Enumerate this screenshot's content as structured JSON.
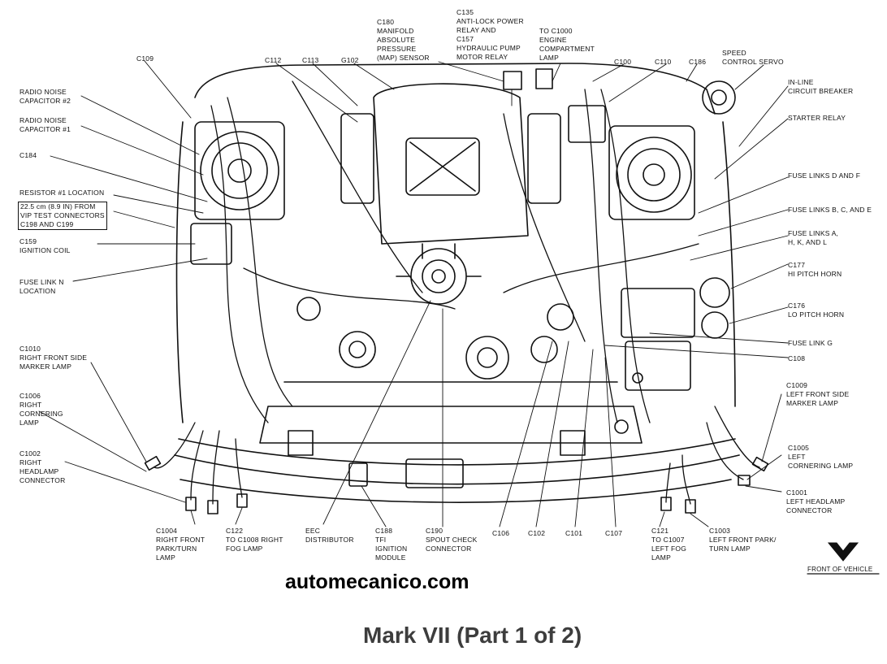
{
  "labels": [
    {
      "id": "c109",
      "lines": [
        "C109"
      ]
    },
    {
      "id": "radio-cap-2",
      "lines": [
        "RADIO NOISE",
        "CAPACITOR #2"
      ]
    },
    {
      "id": "radio-cap-1",
      "lines": [
        "RADIO NOISE",
        "CAPACITOR #1"
      ]
    },
    {
      "id": "c184",
      "lines": [
        "C184"
      ]
    },
    {
      "id": "resistor-1",
      "lines": [
        "RESISTOR #1 LOCATION"
      ]
    },
    {
      "id": "vip-test",
      "lines": [
        "22.5 cm (8.9 IN) FROM",
        "VIP TEST CONNECTORS",
        "C198 AND C199"
      ]
    },
    {
      "id": "c159",
      "lines": [
        "C159",
        "IGNITION COIL"
      ]
    },
    {
      "id": "fuse-link-n",
      "lines": [
        "FUSE LINK N",
        "LOCATION"
      ]
    },
    {
      "id": "c1010",
      "lines": [
        "C1010",
        "RIGHT FRONT SIDE",
        "MARKER LAMP"
      ]
    },
    {
      "id": "c1006",
      "lines": [
        "C1006",
        "RIGHT",
        "CORNERING",
        "LAMP"
      ]
    },
    {
      "id": "c1002",
      "lines": [
        "C1002",
        "RIGHT",
        "HEADLAMP",
        "CONNECTOR"
      ]
    },
    {
      "id": "c112",
      "lines": [
        "C112"
      ]
    },
    {
      "id": "c113",
      "lines": [
        "C113"
      ]
    },
    {
      "id": "g102",
      "lines": [
        "G102"
      ]
    },
    {
      "id": "c180",
      "lines": [
        "C180",
        "MANIFOLD",
        "ABSOLUTE",
        "PRESSURE",
        "(MAP) SENSOR"
      ]
    },
    {
      "id": "c135",
      "lines": [
        "C135",
        "ANTI-LOCK POWER",
        "RELAY AND",
        "C157",
        "HYDRAULIC PUMP",
        "MOTOR RELAY"
      ]
    },
    {
      "id": "to-c1000",
      "lines": [
        "TO C1000",
        "ENGINE",
        "COMPARTMENT",
        "LAMP"
      ]
    },
    {
      "id": "c100",
      "lines": [
        "C100"
      ]
    },
    {
      "id": "c110",
      "lines": [
        "C110"
      ]
    },
    {
      "id": "c186",
      "lines": [
        "C186"
      ]
    },
    {
      "id": "speed-servo",
      "lines": [
        "SPEED",
        "CONTROL SERVO"
      ]
    },
    {
      "id": "inline-breaker",
      "lines": [
        "IN-LINE",
        "CIRCUIT BREAKER"
      ]
    },
    {
      "id": "starter-relay",
      "lines": [
        "STARTER RELAY"
      ]
    },
    {
      "id": "fuse-df",
      "lines": [
        "FUSE LINKS D AND F"
      ]
    },
    {
      "id": "fuse-bce",
      "lines": [
        "FUSE LINKS B, C, AND E"
      ]
    },
    {
      "id": "fuse-ahkl",
      "lines": [
        "FUSE LINKS A,",
        "H, K, AND L"
      ]
    },
    {
      "id": "c177",
      "lines": [
        "C177",
        "HI PITCH HORN"
      ]
    },
    {
      "id": "c176",
      "lines": [
        "C176",
        "LO PITCH HORN"
      ]
    },
    {
      "id": "fuse-g",
      "lines": [
        "FUSE LINK G"
      ]
    },
    {
      "id": "c108",
      "lines": [
        "C108"
      ]
    },
    {
      "id": "c1009",
      "lines": [
        "C1009",
        "LEFT FRONT SIDE",
        "MARKER LAMP"
      ]
    },
    {
      "id": "c1005",
      "lines": [
        "C1005",
        "LEFT",
        "CORNERING LAMP"
      ]
    },
    {
      "id": "c1001",
      "lines": [
        "C1001",
        "LEFT HEADLAMP",
        "CONNECTOR"
      ]
    },
    {
      "id": "c1004",
      "lines": [
        "C1004",
        "RIGHT FRONT",
        "PARK/TURN",
        "LAMP"
      ]
    },
    {
      "id": "c122",
      "lines": [
        "C122",
        "TO C1008 RIGHT",
        "FOG LAMP"
      ]
    },
    {
      "id": "eec-dist",
      "lines": [
        "EEC",
        "DISTRIBUTOR"
      ]
    },
    {
      "id": "c188",
      "lines": [
        "C188",
        "TFI",
        "IGNITION",
        "MODULE"
      ]
    },
    {
      "id": "c190",
      "lines": [
        "C190",
        "SPOUT CHECK",
        "CONNECTOR"
      ]
    },
    {
      "id": "c106",
      "lines": [
        "C106"
      ]
    },
    {
      "id": "c102",
      "lines": [
        "C102"
      ]
    },
    {
      "id": "c101",
      "lines": [
        "C101"
      ]
    },
    {
      "id": "c107",
      "lines": [
        "C107"
      ]
    },
    {
      "id": "c121",
      "lines": [
        "C121",
        "TO C1007",
        "LEFT FOG",
        "LAMP"
      ]
    },
    {
      "id": "c1003",
      "lines": [
        "C1003",
        "LEFT FRONT PARK/",
        "TURN LAMP"
      ]
    },
    {
      "id": "front-of-vehicle",
      "lines": [
        "FRONT OF VEHICLE"
      ]
    }
  ],
  "watermark": "automecanico.com",
  "caption": "Mark VII (Part 1 of 2)",
  "icons": {
    "front_arrow": "down-arrow-icon"
  }
}
